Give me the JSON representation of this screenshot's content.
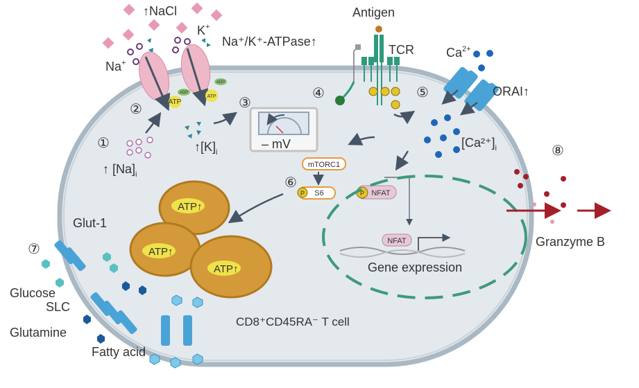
{
  "labels": {
    "nacl": "↑NaCl",
    "na_plus": "Na",
    "na_sup": "+",
    "k_plus": "K",
    "k_sup": "+",
    "atpase": "Na⁺/K⁺-ATPase↑",
    "antigen": "Antigen",
    "tcr": "TCR",
    "ca": "Ca",
    "ca_sup": "2+",
    "orai": "ORAI↑",
    "na_i": "↑ [Na]",
    "na_i_sub": "i",
    "k_i": "↑[K]",
    "k_i_sub": "i",
    "mv": "– mV",
    "ca_i": "[Ca²⁺]",
    "ca_i_sub": "i",
    "mtorc1": "mTORC1",
    "s6": "S6",
    "p": "P",
    "nfat": "NFAT",
    "nfat_gene": "NFAT",
    "gene_expression": "Gene expression",
    "atp": "ATP",
    "atp_up": "ATP↑",
    "adp": "ADP",
    "glut1": "Glut-1",
    "glucose": "Glucose",
    "slc": "SLC",
    "glutamine": "Glutamine",
    "fatty_acid": "Fatty acid",
    "cell": "CD8⁺CD45RA⁻ T cell",
    "granzyme": "Granzyme B"
  },
  "steps": [
    "①",
    "②",
    "③",
    "④",
    "⑤",
    "⑥",
    "⑦",
    "⑧"
  ],
  "colors": {
    "cell_fill": "#e4e9ee",
    "membrane": "#a9b8c3",
    "nacl": "#e79ab8",
    "na_ion": "#b070b0",
    "k_ion": "#2a8a9a",
    "calcium": "#1f66b8",
    "tcr": "#2e9a7e",
    "mito": "#d49a3a",
    "atp_fill": "#f0e24a",
    "nucleus": "#3e9a7a",
    "granzyme": "#a3202a",
    "transporter": "#4aa3d6",
    "arrow": "#465566"
  }
}
